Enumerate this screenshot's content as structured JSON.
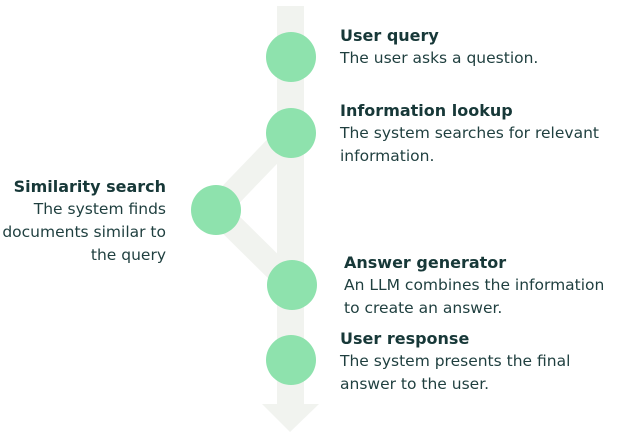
{
  "colors": {
    "node_fill": "#8ee2ad",
    "path_fill": "#f1f3ef",
    "title_text": "#173838",
    "body_text": "#1f3f3f"
  },
  "steps": [
    {
      "title": "User query",
      "description": "The user asks a question."
    },
    {
      "title": "Information lookup",
      "description": "The system searches for relevant information."
    },
    {
      "title": "Similarity search",
      "description": "The system finds documents similar to the query"
    },
    {
      "title": "Answer generator",
      "description": "An LLM combines the information to create an answer."
    },
    {
      "title": "User response",
      "description": "The system presents the final answer to the user."
    }
  ]
}
